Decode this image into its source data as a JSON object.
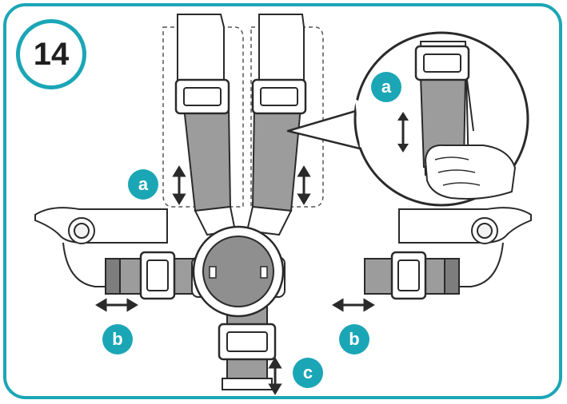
{
  "step": {
    "number": "14"
  },
  "labels": {
    "shoulder_adjust": "a",
    "magnified_adjust": "a",
    "waist_left": "b",
    "waist_right": "b",
    "crotch": "c"
  },
  "colors": {
    "accent": "#1ba6b6",
    "strap": "#9c9c9c",
    "outline": "#2a2a2a"
  }
}
